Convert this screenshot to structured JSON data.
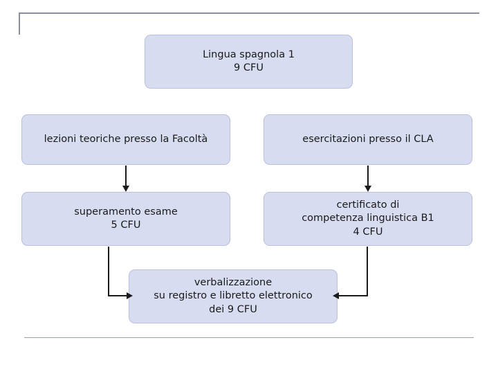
{
  "slide": {
    "nodes": [
      {
        "id": "title",
        "text": "Lingua spagnola 1\n9 CFU"
      },
      {
        "id": "lezioni",
        "text": "lezioni teoriche presso la Facoltà"
      },
      {
        "id": "esercitazioni",
        "text": "esercitazioni presso il CLA"
      },
      {
        "id": "superamento",
        "text": "superamento esame\n5 CFU"
      },
      {
        "id": "certificato",
        "text": "certificato di\ncompetenza linguistica B1\n4 CFU"
      },
      {
        "id": "verbalizzazione",
        "text": "verbalizzazione\nsu registro e libretto elettronico\ndei 9 CFU"
      }
    ],
    "colors": {
      "node_fill": "#d8dcf0",
      "node_border": "#b9bfdd",
      "rule": "#8a8f9e",
      "arrow": "#1b1b1b",
      "text": "#1a1a1a"
    }
  }
}
